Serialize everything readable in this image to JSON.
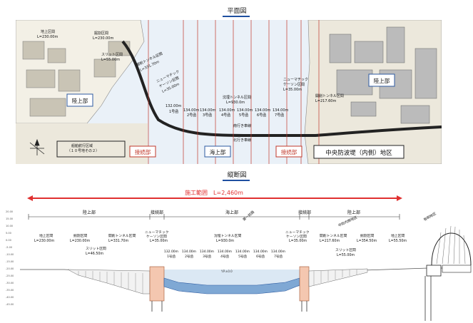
{
  "plan": {
    "title": "平面図",
    "labels": {
      "land_top": "地上区間",
      "land_top_len": "L=230.00m",
      "open": "掘割区間",
      "open_len": "L=230.00m",
      "slit": "スリット区間",
      "slit_len": "L=55.00m",
      "openbox": "開削トンネル区間",
      "openbox_len": "L=331.70m",
      "pneu": "ニューマチック",
      "pneu2": "ケーソン区間",
      "pneu_len": "L=35.00m",
      "immersed": "沈埋トンネル区間",
      "immersed_len": "L=930.0m",
      "box1": "1号函",
      "box2": "2号函",
      "box3": "3号函",
      "box4": "4号函",
      "box5": "5号函",
      "box6": "6号函",
      "box7": "7号函",
      "len132": "132.00m",
      "len134a": "134.00m",
      "len134b": "134.00m",
      "len134c": "134.00m",
      "len134d": "134.00m",
      "len134e": "134.00m",
      "len134f": "134.00m",
      "pneu_r": "ニューマチック",
      "pneu_r2": "ケーソン区間",
      "pneu_r_len": "L=35.00m",
      "openbox_r": "開削トンネル区間",
      "openbox_r_len": "L=217.60m",
      "land_left": "陸上部",
      "land_right": "陸上部",
      "joint_left": "接続部",
      "sea": "海上部",
      "joint_right": "接続部",
      "district": "中央防波堤（内側）地区",
      "ship_area": "船舶航行区域",
      "ship_area2": "（１０号地その２）",
      "south": "南行き車線",
      "north": "北行き車線"
    }
  },
  "profile": {
    "title": "縦断図",
    "range": "施工範囲　L=2,460m",
    "segments": {
      "land_l": "陸上部",
      "joint_l": "接続部",
      "sea": "海上部",
      "joint_r": "接続部",
      "land_r": "陸上部"
    },
    "sub": {
      "ground_l": "地上区間",
      "ground_l_len": "L=230.00m",
      "cut_l": "掘割区間",
      "cut_l_len": "L=230.00m",
      "slit_l": "スリット区間",
      "slit_l_len": "L=46.50m",
      "box_l": "開削トンネル区間",
      "box_l_len": "L=331.70m",
      "pneu_l": "ニューマチック",
      "pneu_l2": "ケーソン区間",
      "pneu_l_len": "L=35.00m",
      "immersed": "沈埋トンネル区間",
      "immersed_len": "L=930.0m",
      "pneu_r": "ニューマチック",
      "pneu_r2": "ケーソン区間",
      "pneu_r_len": "L=35.00m",
      "box_r": "開削トンネル区間",
      "box_r_len": "L=217.60m",
      "cut_r": "掘割区間",
      "cut_r_len": "L=354.50m",
      "slit_r": "スリット区間",
      "slit_r_len": "L=55.00m",
      "ground_r": "地上区間",
      "ground_r_len": "L=55.50m",
      "no1": "第一航路",
      "ramp1": "中防内側地区",
      "ramp2": "有明地区"
    },
    "elements": {
      "e1": "1号函",
      "e2": "2号函",
      "e3": "3号函",
      "e4": "4号函",
      "e5": "5号函",
      "e6": "6号函",
      "e7": "7号函",
      "l1": "132.00m",
      "l2": "134.00m",
      "l3": "134.00m",
      "l4": "134.00m",
      "l5": "134.00m",
      "l6": "134.00m",
      "l7": "134.00m"
    },
    "water": "Y.P.±0.0",
    "levels": [
      "20.00",
      "15.00",
      "10.00",
      "5.00",
      "0.00",
      "-5.00",
      "-10.00",
      "-15.00",
      "-20.00",
      "-25.00",
      "-30.00",
      "-35.00",
      "-40.00",
      "-45.00"
    ]
  }
}
